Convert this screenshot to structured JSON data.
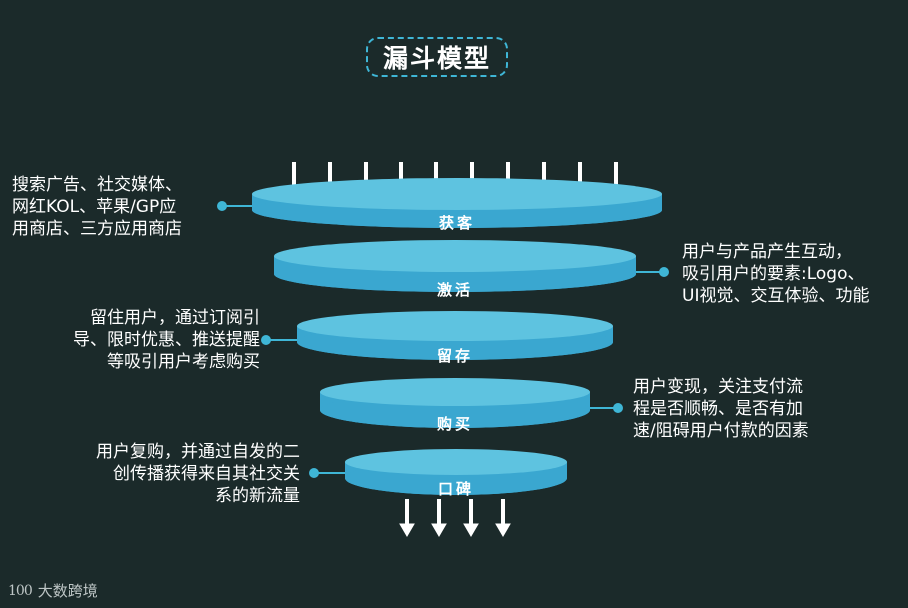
{
  "title": "漏斗模型",
  "stages": [
    {
      "label": "获客",
      "description": "搜索广告、社交媒体、\n网红KOL、苹果/GP应\n用商店、三方应用商店"
    },
    {
      "label": "激活",
      "description": "用户与产品产生互动，\n吸引用户的要素:Logo、\nUI视觉、交互体验、功能"
    },
    {
      "label": "留存",
      "description": "留住用户，通过订阅引\n导、限时优惠、推送提醒\n等吸引用户考虑购买"
    },
    {
      "label": "购买",
      "description": "用户变现，关注支付流\n程是否顺畅、是否有加\n速/阻碍用户付款的因素"
    },
    {
      "label": "口碑",
      "description": "用户复购，并通过自发的二\n创传播获得来自其社交关\n系的新流量"
    }
  ],
  "watermark": {
    "logo": "100",
    "text": "大数跨境"
  },
  "colors": {
    "background": "#1b2a2a",
    "disc_top": "#5ec3e0",
    "disc_side": "#3aa7d0",
    "connector": "#3fb6d6"
  }
}
